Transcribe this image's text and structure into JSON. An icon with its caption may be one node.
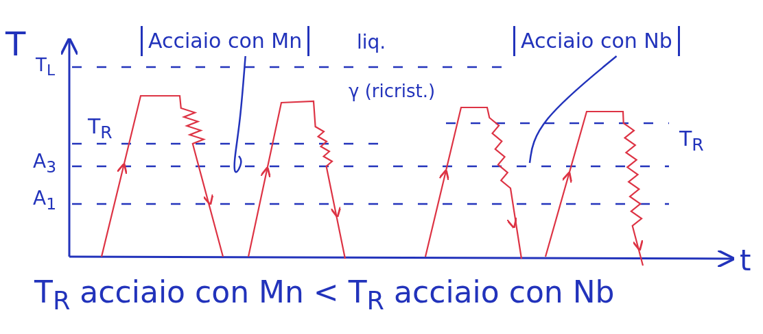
{
  "diagram": {
    "nodes": [
      {
        "text": [
          "Acciaio con Mn"
        ]
      },
      {
        "text": [
          "Acciaio con Nb"
        ]
      }
    ],
    "edges": [
      {
        "from": 0,
        "to": null,
        "arrow": "none"
      },
      {
        "from": 1,
        "to": null,
        "arrow": "none"
      }
    ],
    "labels": [
      "T",
      "T$_{L}$",
      "liq.",
      "γ (ricrist.)",
      "T$_{R}$",
      "A$_{3}$",
      "A$_{1}$",
      "T$_{R}$",
      "t",
      "T$_{R}$ acciaio con Mn < T$_{R}$ acciaio con Nb"
    ]
  }
}
